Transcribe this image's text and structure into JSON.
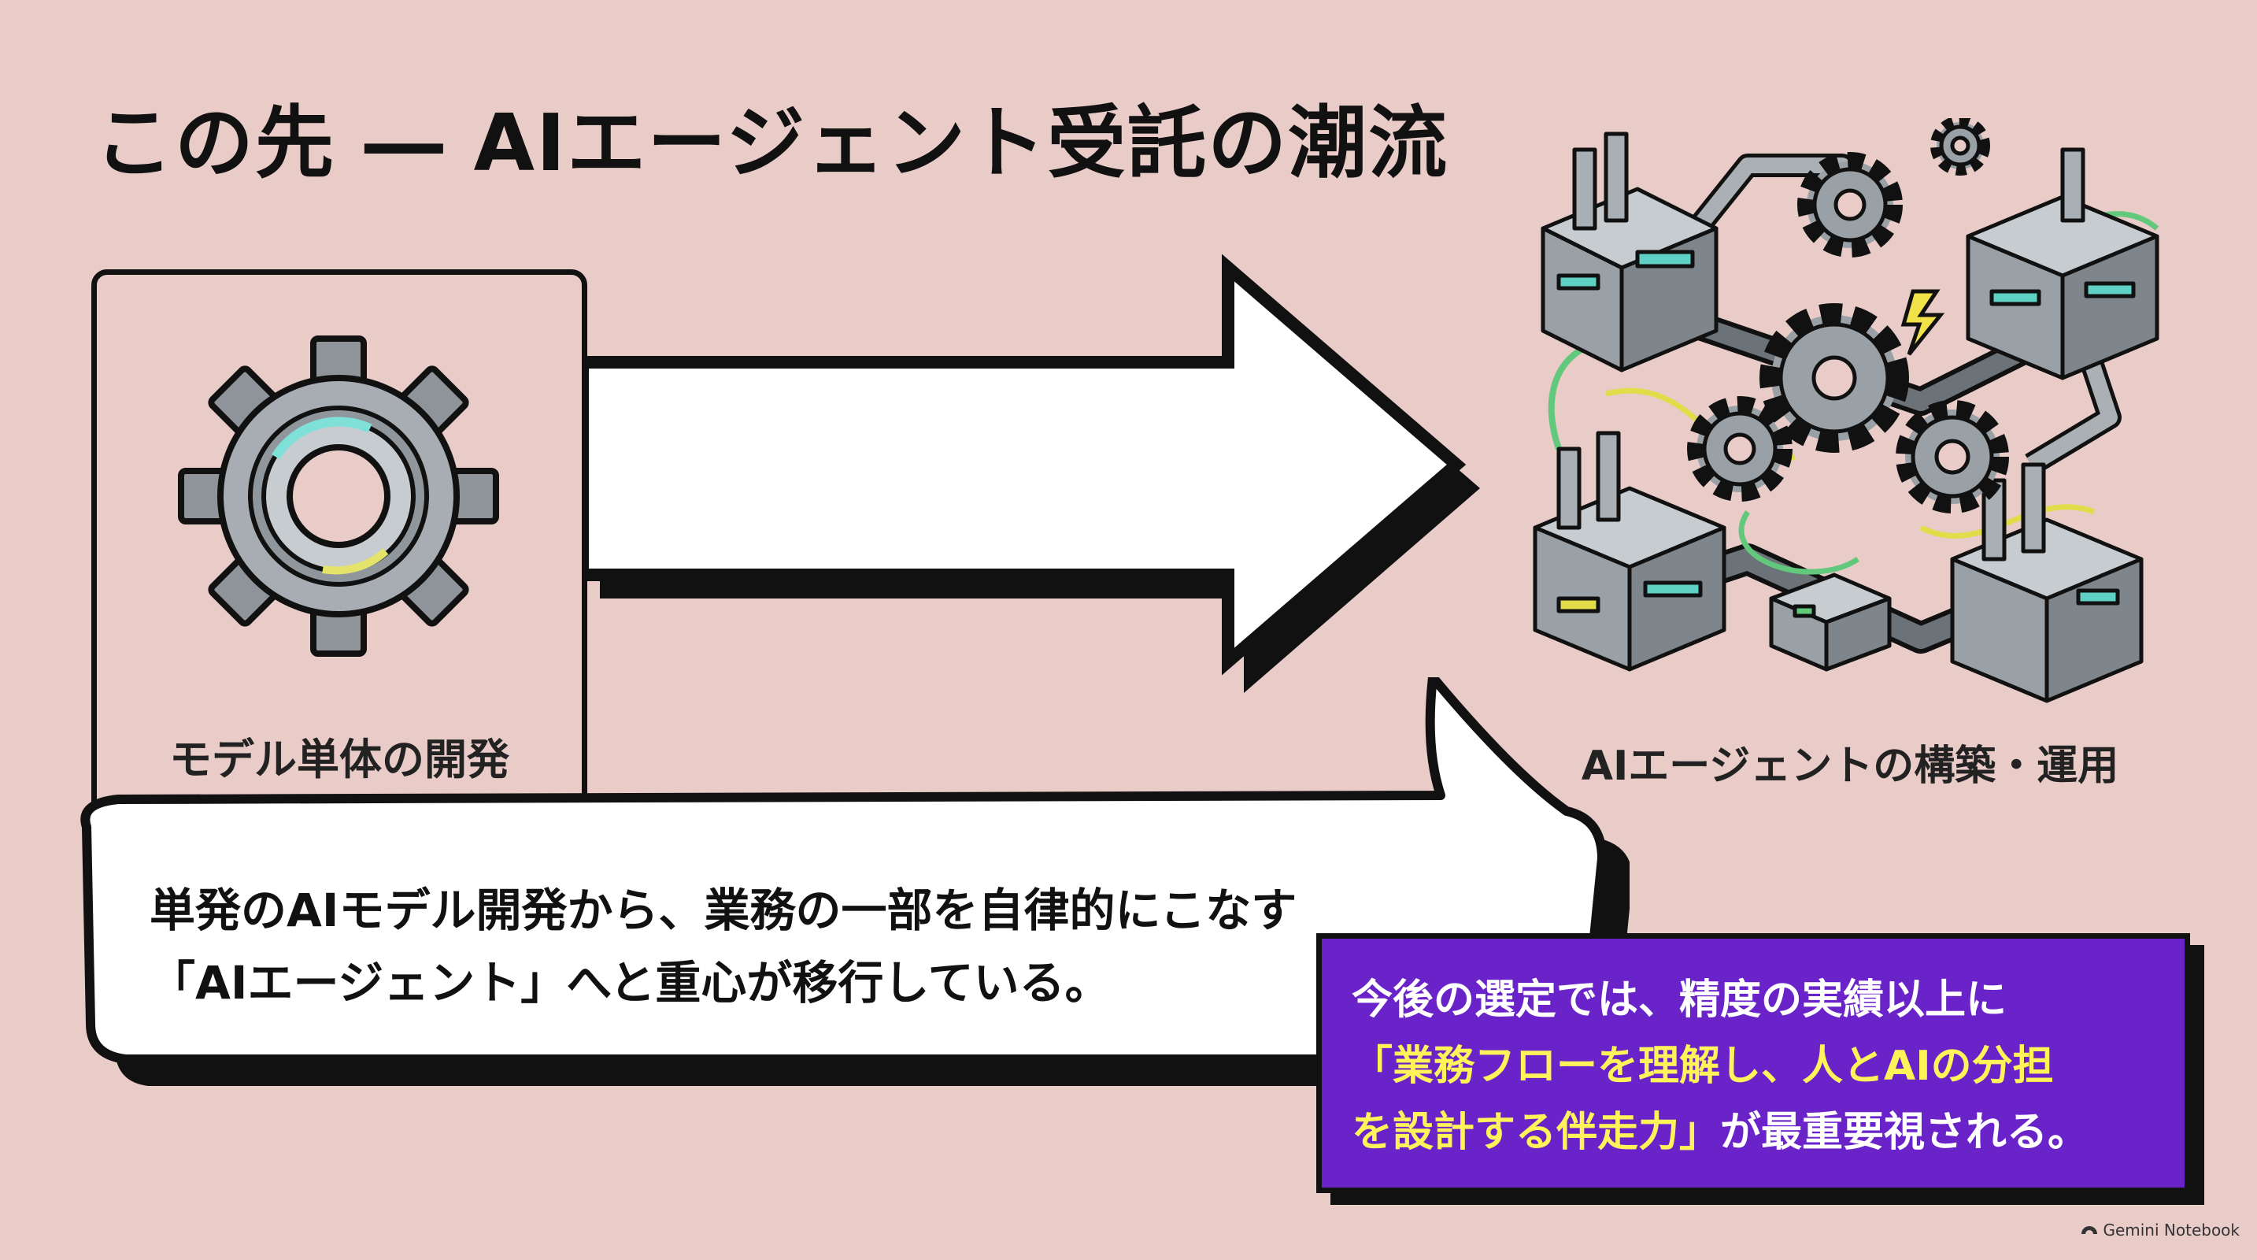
{
  "title": "この先 ― AIエージェント受託の潮流",
  "left": {
    "caption": "モデル単体の開発",
    "icon": "gear-icon"
  },
  "right": {
    "caption": "AIエージェントの構築・運用",
    "icon": "factory-network-illustration"
  },
  "speech_bubble": {
    "line1": "単発のAIモデル開発から、業務の一部を自律的にこなす",
    "line2": "「AIエージェント」へと重心が移行している。"
  },
  "callout": {
    "line1": "今後の選定では、精度の実績以上に",
    "line2_highlight": "「業務フローを理解し、人とAIの分担",
    "line3_highlight": "を設計する伴走力」",
    "line3_rest": "が最重要視される。"
  },
  "credit": "Gemini Notebook",
  "colors": {
    "background": "#e9cbc8",
    "callout": "#6a22c9",
    "highlight": "#fff35a",
    "ink": "#111111"
  }
}
